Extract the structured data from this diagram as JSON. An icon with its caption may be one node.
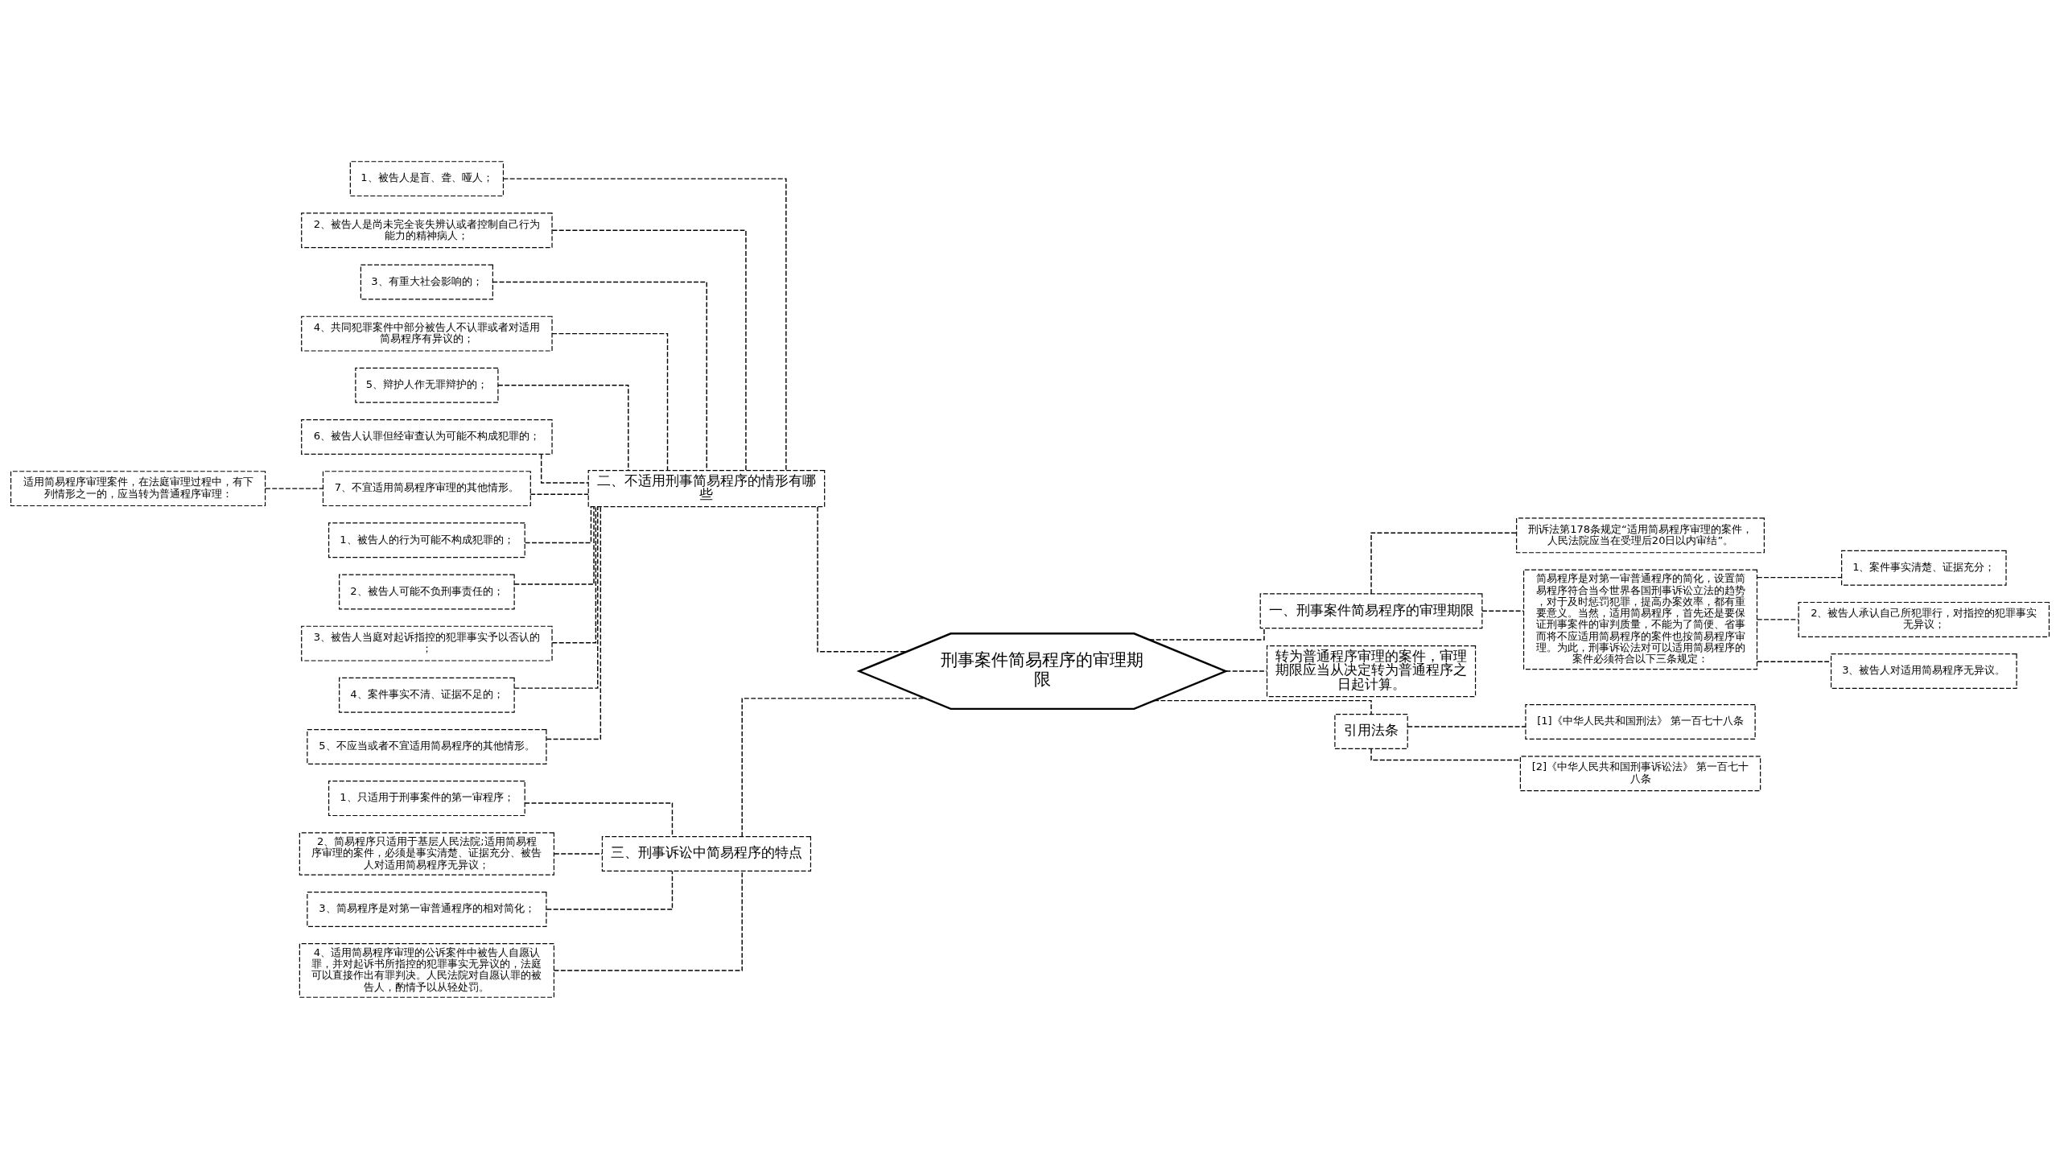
{
  "diagram": {
    "nodes": [
      {
        "text": [
          "刑事案件简易程序的审理期限"
        ]
      },
      {
        "text": [
          "二、不适用刑事简易程序的情形有哪些"
        ]
      },
      {
        "text": [
          "1、被告人是盲、聋、哑人；"
        ]
      },
      {
        "text": [
          "2、被告人是尚未完全丧失辨认或者控制自己行为能力的精神病人；"
        ]
      },
      {
        "text": [
          "3、有重大社会影响的；"
        ]
      },
      {
        "text": [
          "4、共同犯罪案件中部分被告人不认罪或者对适用简易程序有异议的；"
        ]
      },
      {
        "text": [
          "5、辩护人作无罪辩护的；"
        ]
      },
      {
        "text": [
          "6、被告人认罪但经审查认为可能不构成犯罪的；"
        ]
      },
      {
        "text": [
          "7、不宜适用简易程序审理的其他情形。"
        ]
      },
      {
        "text": [
          "适用简易程序审理案件，在法庭审理过程中，有下列情形之一的，应当转为普通程序审理："
        ]
      },
      {
        "text": [
          "1、被告人的行为可能不构成犯罪的；"
        ]
      },
      {
        "text": [
          "2、被告人可能不负刑事责任的；"
        ]
      },
      {
        "text": [
          "3、被告人当庭对起诉指控的犯罪事实予以否认的；"
        ]
      },
      {
        "text": [
          "4、案件事实不清、证据不足的；"
        ]
      },
      {
        "text": [
          "5、不应当或者不宜适用简易程序的其他情形。"
        ]
      },
      {
        "text": [
          "三、刑事诉讼中简易程序的特点"
        ]
      },
      {
        "text": [
          "1、只适用于刑事案件的第一审程序；"
        ]
      },
      {
        "text": [
          "2、简易程序只适用于基层人民法院;适用简易程序审理的案件，必须是事实清楚、证据充分、被告人对适用简易程序无异议；"
        ]
      },
      {
        "text": [
          "3、简易程序是对第一审普通程序的相对简化；"
        ]
      },
      {
        "text": [
          "4、适用简易程序审理的公诉案件中被告人自愿认罪，并对起诉书所指控的犯罪事实无异议的，法庭可以直接作出有罪判决。人民法院对自愿认罪的被告人，酌情予以从轻处罚。"
        ]
      },
      {
        "text": [
          "一、刑事案件简易程序的审理期限"
        ]
      },
      {
        "text": [
          "刑诉法第178条规定“适用简易程序审理的案件，人民法院应当在受理后20日以内审结”。"
        ]
      },
      {
        "text": [
          "简易程序是对第一审普通程序的简化，设置简易程序符合当今世界各国刑事诉讼立法的趋势，对于及时惩罚犯罪，提高办案效率，都有重要意义。当然，适用简易程序，首先还是要保证刑事案件的审判质量，不能为了简便、省事而将不应适用简易程序的案件也按简易程序审理。为此，刑事诉讼法对可以适用简易程序的案件必须符合以下三条规定："
        ]
      },
      {
        "text": [
          "1、案件事实清楚、证据充分；"
        ]
      },
      {
        "text": [
          "2、被告人承认自己所犯罪行，对指控的犯罪事实无异议；"
        ]
      },
      {
        "text": [
          "3、被告人对适用简易程序无异议。"
        ]
      },
      {
        "text": [
          "转为普通程序审理的案件，审理期限应当从决定转为普通程序之日起计算。"
        ]
      },
      {
        "text": [
          "引用法条"
        ]
      },
      {
        "text": [
          "[1]《中华人民共和国刑法》 第一百七十八条"
        ]
      },
      {
        "text": [
          "[2]《中华人民共和国刑事诉讼法》 第一百七十八条"
        ]
      }
    ],
    "edges": [
      {
        "from": 0,
        "to": 1,
        "arrow": "none",
        "style": "dashed"
      },
      {
        "from": 1,
        "to": 2,
        "arrow": "none",
        "style": "dashed"
      },
      {
        "from": 1,
        "to": 3,
        "arrow": "none",
        "style": "dashed"
      },
      {
        "from": 1,
        "to": 4,
        "arrow": "none",
        "style": "dashed"
      },
      {
        "from": 1,
        "to": 5,
        "arrow": "none",
        "style": "dashed"
      },
      {
        "from": 1,
        "to": 6,
        "arrow": "none",
        "style": "dashed"
      },
      {
        "from": 1,
        "to": 7,
        "arrow": "none",
        "style": "dashed"
      },
      {
        "from": 1,
        "to": 8,
        "arrow": "none",
        "style": "dashed"
      },
      {
        "from": 8,
        "to": 9,
        "arrow": "none",
        "style": "dashed"
      },
      {
        "from": 1,
        "to": 10,
        "arrow": "none",
        "style": "dashed"
      },
      {
        "from": 1,
        "to": 11,
        "arrow": "none",
        "style": "dashed"
      },
      {
        "from": 1,
        "to": 12,
        "arrow": "none",
        "style": "dashed"
      },
      {
        "from": 1,
        "to": 13,
        "arrow": "none",
        "style": "dashed"
      },
      {
        "from": 1,
        "to": 14,
        "arrow": "none",
        "style": "dashed"
      },
      {
        "from": 0,
        "to": 15,
        "arrow": "none",
        "style": "dashed"
      },
      {
        "from": 15,
        "to": 16,
        "arrow": "none",
        "style": "dashed"
      },
      {
        "from": 15,
        "to": 17,
        "arrow": "none",
        "style": "dashed"
      },
      {
        "from": 15,
        "to": 18,
        "arrow": "none",
        "style": "dashed"
      },
      {
        "from": 15,
        "to": 19,
        "arrow": "none",
        "style": "dashed"
      },
      {
        "from": 0,
        "to": 20,
        "arrow": "none",
        "style": "dashed"
      },
      {
        "from": 20,
        "to": 21,
        "arrow": "none",
        "style": "dashed"
      },
      {
        "from": 20,
        "to": 22,
        "arrow": "none",
        "style": "dashed"
      },
      {
        "from": 22,
        "to": 23,
        "arrow": "none",
        "style": "dashed"
      },
      {
        "from": 22,
        "to": 24,
        "arrow": "none",
        "style": "dashed"
      },
      {
        "from": 22,
        "to": 25,
        "arrow": "none",
        "style": "dashed"
      },
      {
        "from": 0,
        "to": 26,
        "arrow": "none",
        "style": "dashed"
      },
      {
        "from": 0,
        "to": 27,
        "arrow": "none",
        "style": "dashed"
      },
      {
        "from": 27,
        "to": 28,
        "arrow": "none",
        "style": "dashed"
      },
      {
        "from": 27,
        "to": 29,
        "arrow": "none",
        "style": "dashed"
      }
    ]
  }
}
